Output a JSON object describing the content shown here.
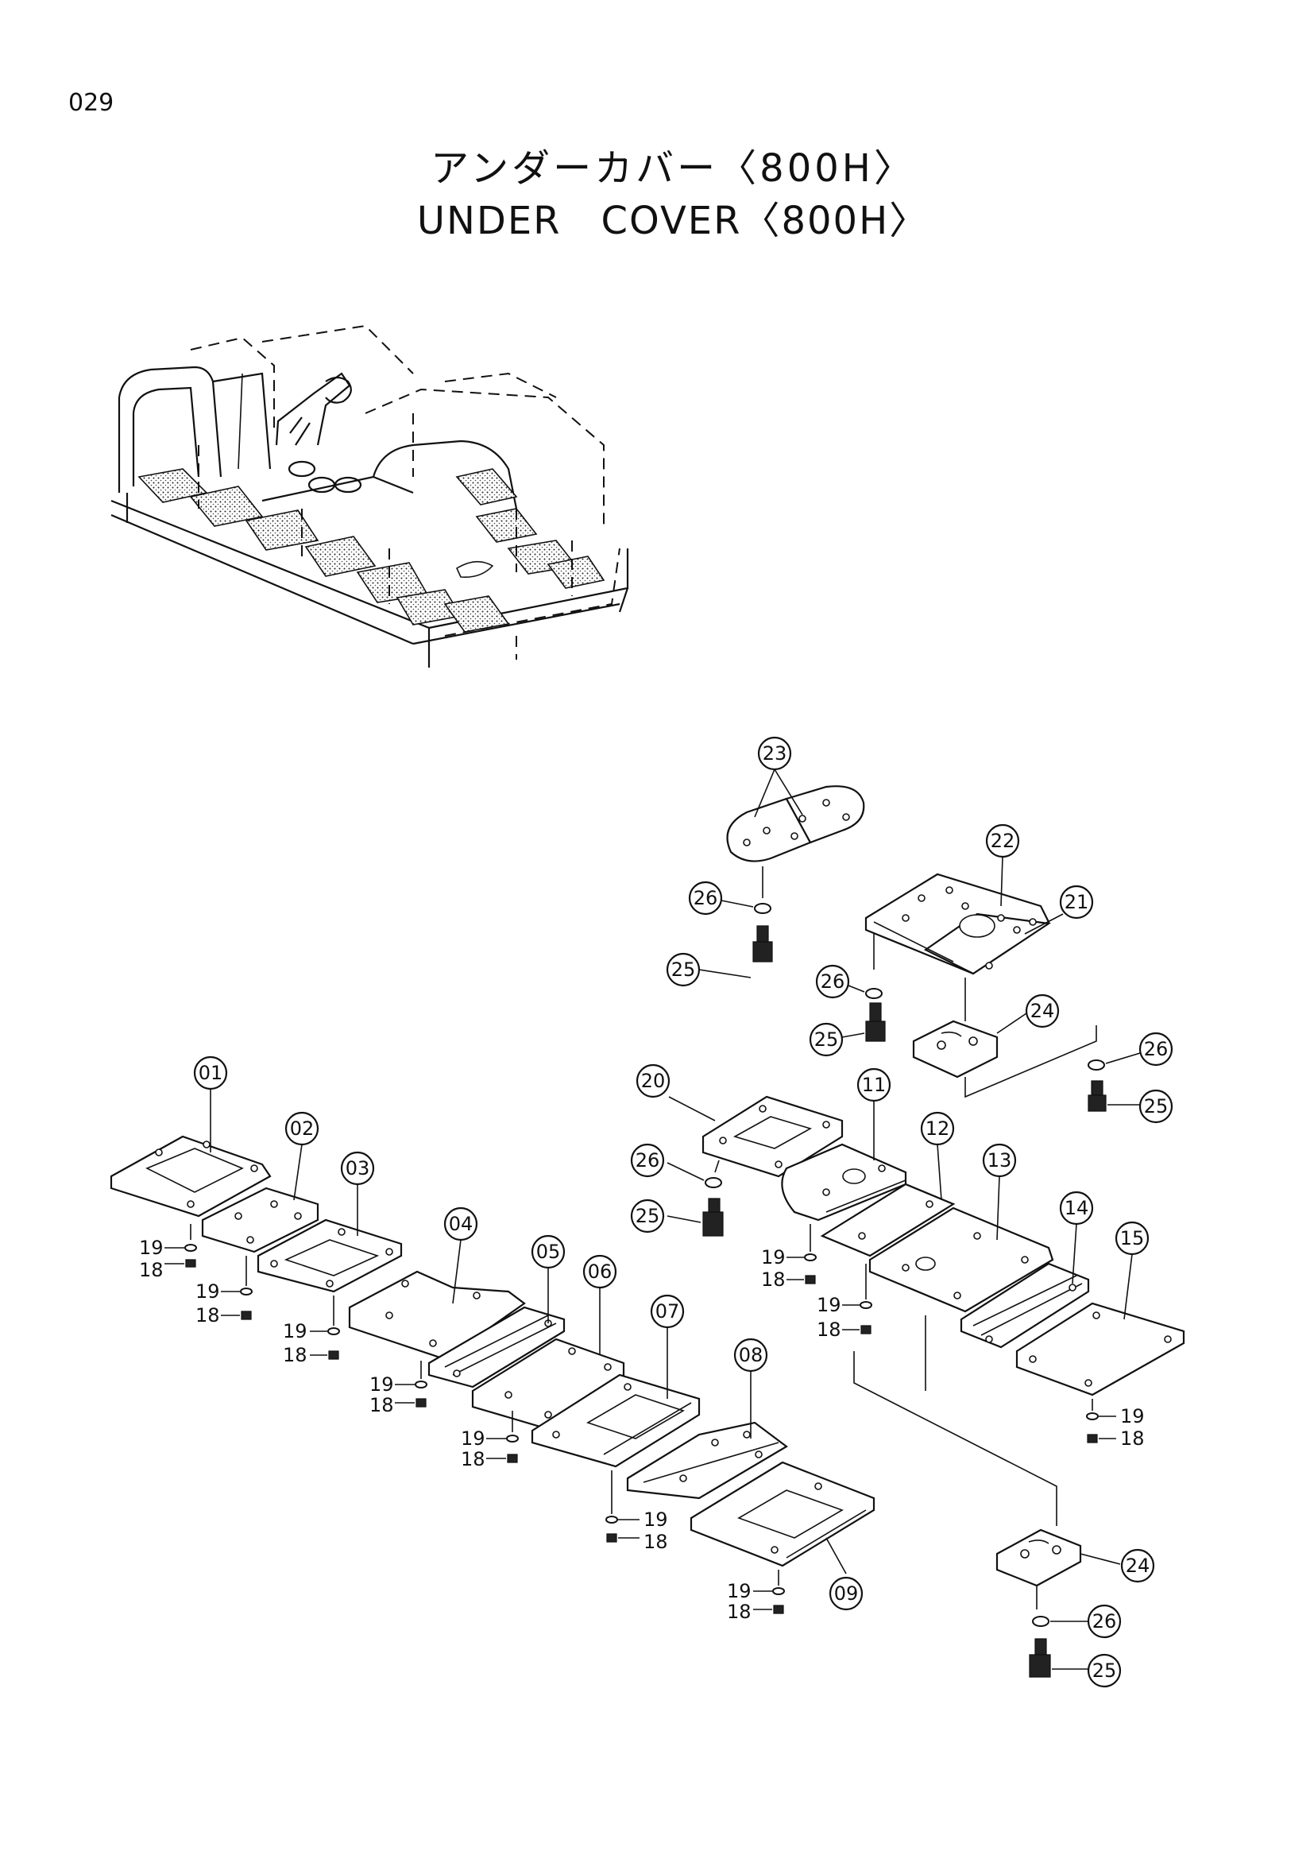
{
  "page_number": "029",
  "title_jp": "アンダーカバー〈800H〉",
  "title_en": "UNDER　COVER〈800H〉",
  "callouts": {
    "c01": "01",
    "c02": "02",
    "c03": "03",
    "c04": "04",
    "c05": "05",
    "c06": "06",
    "c07": "07",
    "c08": "08",
    "c09": "09",
    "c11": "11",
    "c12": "12",
    "c13": "13",
    "c14": "14",
    "c15": "15",
    "c20": "20",
    "c21": "21",
    "c22": "22",
    "c23": "23",
    "c24a": "24",
    "c24b": "24",
    "c25a": "25",
    "c25b": "25",
    "c25c": "25",
    "c25d": "25",
    "c25e": "25",
    "c26a": "26",
    "c26b": "26",
    "c26c": "26",
    "c26d": "26",
    "c26e": "26"
  },
  "fastener_labels": {
    "f19": "19",
    "f18": "18"
  }
}
